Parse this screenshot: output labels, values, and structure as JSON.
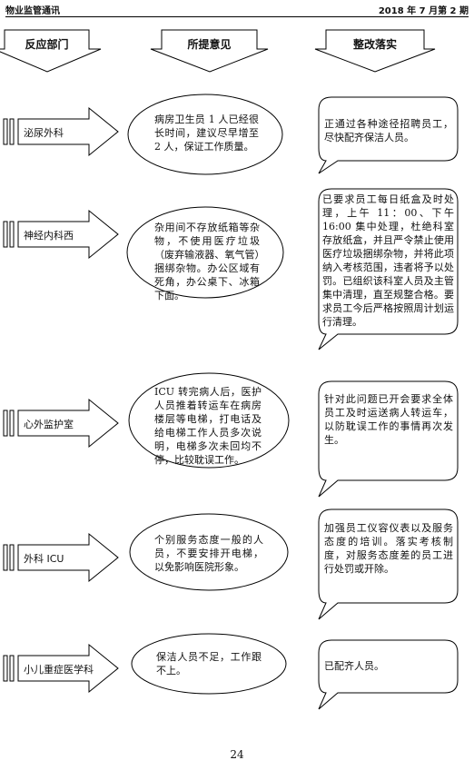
{
  "header": {
    "left": "物业监管通讯",
    "right": "2018 年 7 月第 2 期"
  },
  "columns": [
    "反应部门",
    "所提意见",
    "整改落实"
  ],
  "rows": [
    {
      "dept": "泌尿外科",
      "opinion": "病房卫生员 1 人已经很长时间，建议尽早增至 2 人，保证工作质量。",
      "action": "正通过各种途径招聘员工，尽快配齐保洁人员。"
    },
    {
      "dept": "神经内科西",
      "opinion": "杂用间不存放纸箱等杂物，不使用医疗垃圾（废弃输液器、氧气管）捆绑杂物。办公区域有死角，办公桌下、冰箱下面。",
      "action": "已要求员工每日纸盒及时处理，上午 11：00、下午 16:00 集中处理，杜绝科室存放纸盒，并且严令禁止使用医疗垃圾捆绑杂物，并将此项纳入考核范围，违者将予以处罚。已组织该科室人员及主管集中清理，直至规整合格。要求员工今后严格按照周计划运行清理。"
    },
    {
      "dept": "心外监护室",
      "opinion": "ICU 转完病人后，医护人员推着转运车在病房楼层等电梯，打电话及给电梯工作人员多次说明，电梯多次未回均不停，比较耽误工作。",
      "action": "针对此问题已开会要求全体员工及时运送病人转运车，以防耽误工作的事情再次发生。"
    },
    {
      "dept": "外科 ICU",
      "opinion": "个别服务态度一般的人员，不要安排开电梯，以免影响医院形象。",
      "action": "加强员工仪容仪表以及服务态度的培训。落实考核制度，对服务态度差的员工进行处罚或开除。"
    },
    {
      "dept": "小儿重症医学科",
      "opinion": "保洁人员不足，工作跟不上。",
      "action": "已配齐人员。"
    }
  ],
  "page_number": "24"
}
